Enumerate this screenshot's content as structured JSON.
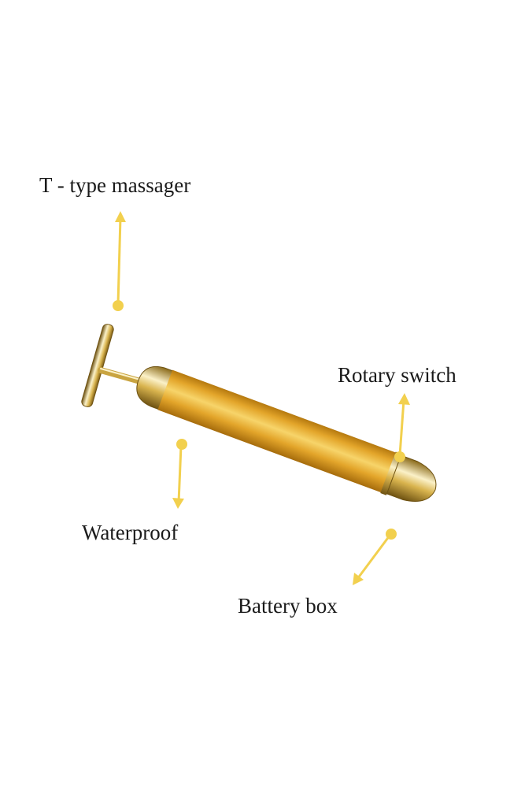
{
  "labels": {
    "t_type_massager": "T - type massager",
    "rotary_switch": "Rotary switch",
    "waterproof": "Waterproof",
    "battery_box": "Battery box"
  },
  "colors": {
    "pointer": "#F2D04E",
    "gold_light": "#F7D46A",
    "gold_mid": "#E3A52A",
    "gold_dark": "#B5790F",
    "chrome_light": "#FBF1C8",
    "chrome_dark": "#8A6A1A"
  }
}
